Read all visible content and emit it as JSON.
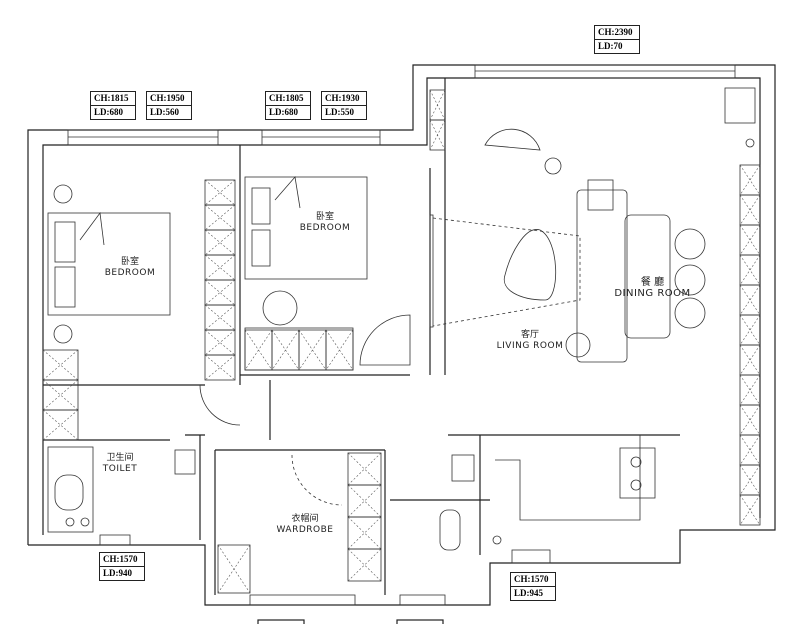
{
  "ceiling_tags": [
    {
      "ch": "CH:2390",
      "ld": "LD:70"
    },
    {
      "ch": "CH:1815",
      "ld": "LD:680"
    },
    {
      "ch": "CH:1950",
      "ld": "LD:560"
    },
    {
      "ch": "CH:1805",
      "ld": "LD:680"
    },
    {
      "ch": "CH:1930",
      "ld": "LD:550"
    },
    {
      "ch": "CH:1570",
      "ld": "LD:940"
    },
    {
      "ch": "CH:1570",
      "ld": "LD:945"
    }
  ],
  "rooms": {
    "bedroom1": {
      "cn": "卧室",
      "en": "BEDROOM"
    },
    "bedroom2": {
      "cn": "卧室",
      "en": "BEDROOM"
    },
    "toilet": {
      "cn": "卫生间",
      "en": "TOILET"
    },
    "wardrobe": {
      "cn": "衣帽间",
      "en": "WARDROBE"
    },
    "living": {
      "cn": "客厅",
      "en": "LIVING ROOM"
    },
    "dining": {
      "cn": "餐 廳",
      "en": "DINING ROOM"
    }
  }
}
